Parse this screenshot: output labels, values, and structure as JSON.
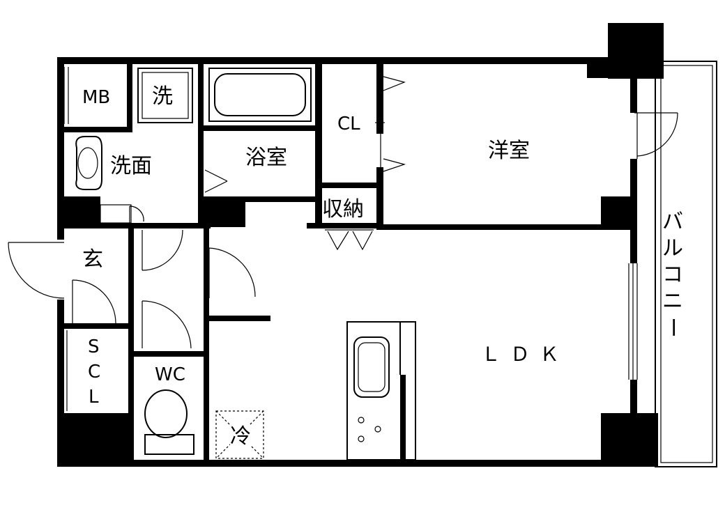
{
  "rooms": {
    "mb": "MB",
    "washer": "洗",
    "washroom": "洗面",
    "bath": "浴室",
    "closet": "CL",
    "western_room": "洋室",
    "storage": "収納",
    "entrance": "玄",
    "scl": [
      "S",
      "C",
      "L"
    ],
    "wc": "WC",
    "fridge": "冷",
    "ldk": "ＬＤＫ",
    "balcony": [
      "バ",
      "ル",
      "コ",
      "ニ",
      "ー"
    ]
  }
}
